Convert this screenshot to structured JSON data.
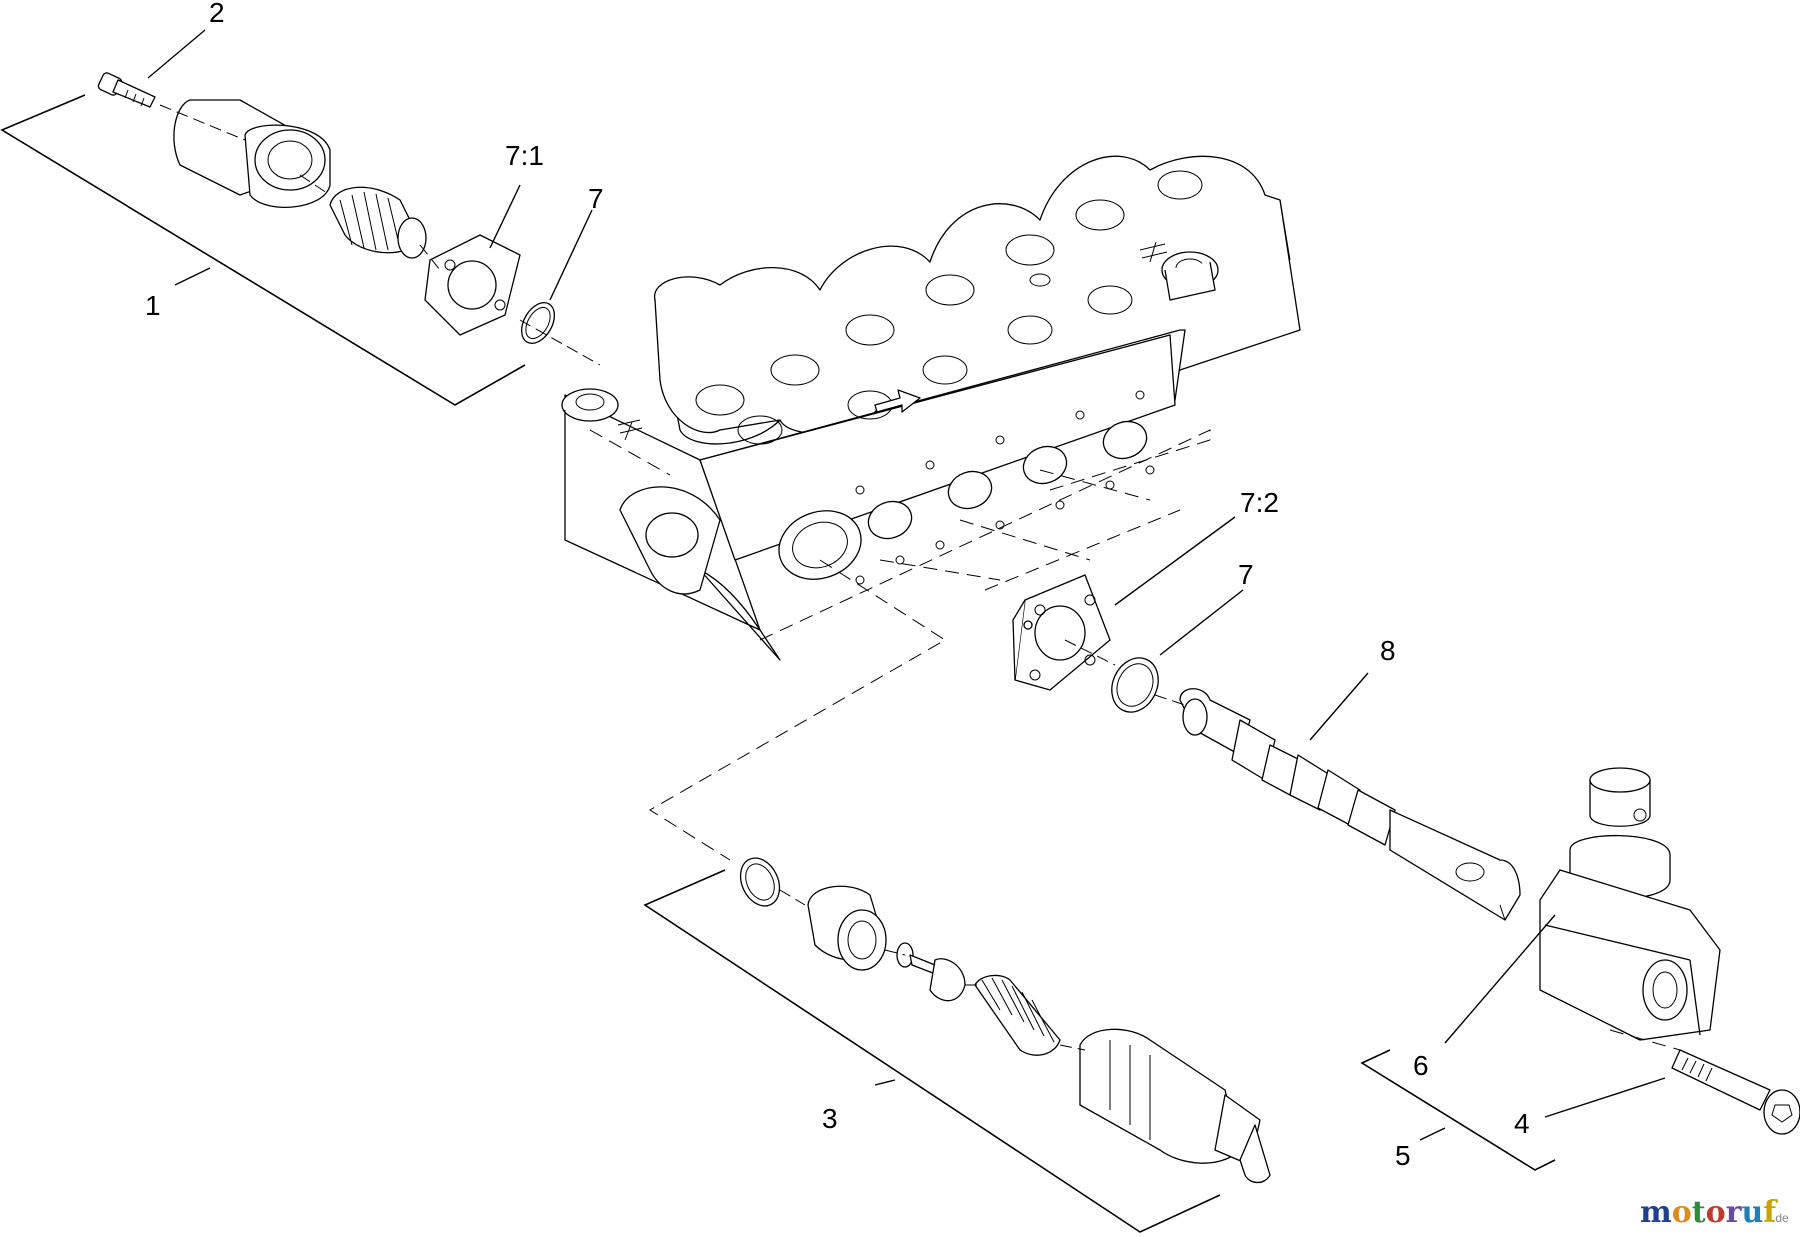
{
  "callouts": {
    "c1": "1",
    "c2": "2",
    "c3": "3",
    "c4": "4",
    "c5": "5",
    "c6": "6",
    "c7a": "7",
    "c7b": "7",
    "c71": "7:1",
    "c72": "7:2",
    "c8": "8"
  },
  "watermark": {
    "letters": [
      "m",
      "o",
      "t",
      "o",
      "r",
      "u",
      "f"
    ],
    "colors": [
      "#1f3f8f",
      "#e08a1c",
      "#2e8b3e",
      "#c0392b",
      "#6d4aa0",
      "#1f7fb8",
      "#c9a400"
    ],
    "suffix": ".de"
  }
}
